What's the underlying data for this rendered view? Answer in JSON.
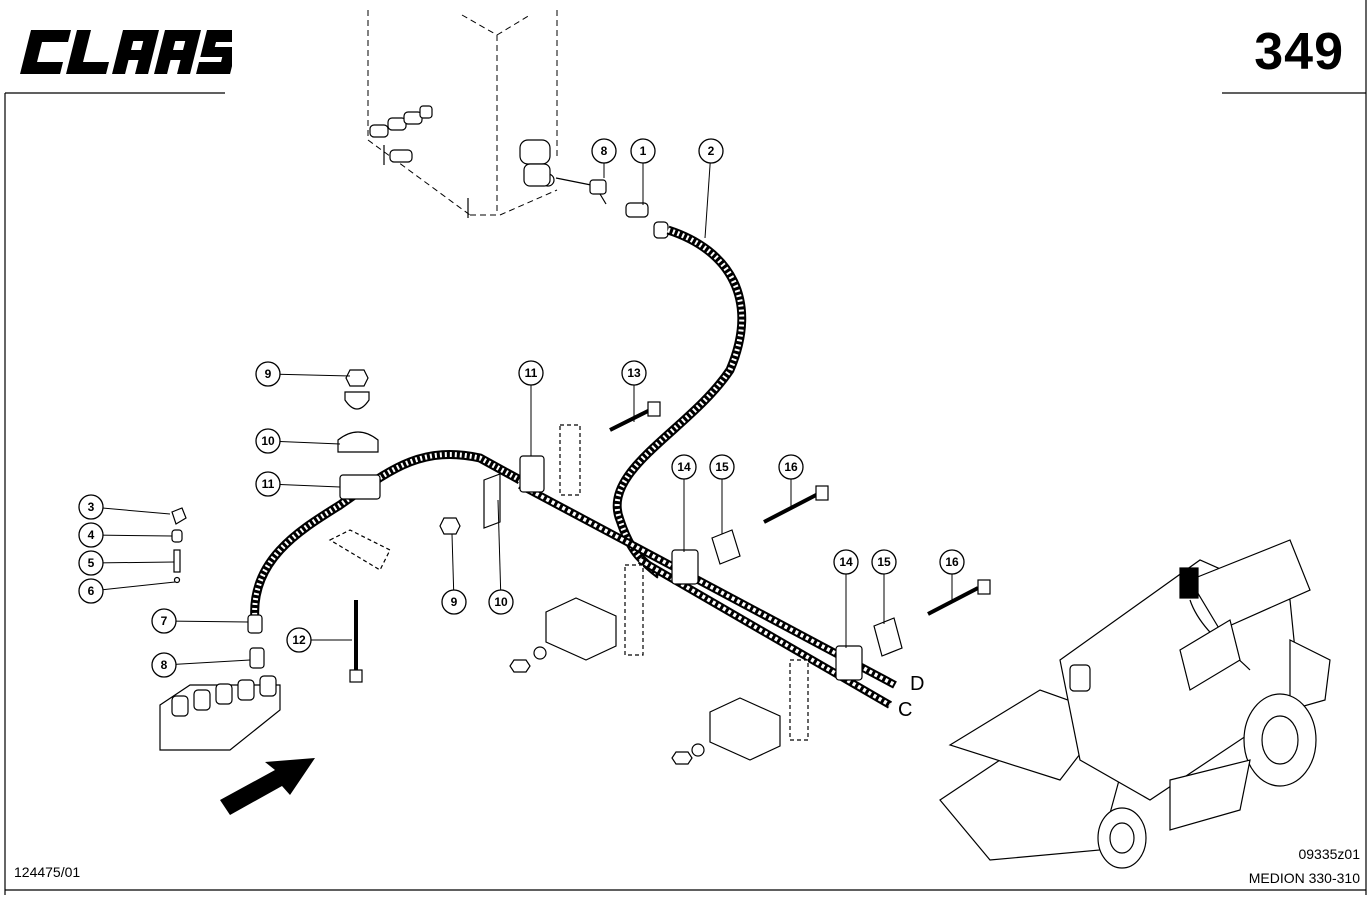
{
  "header": {
    "brand": "CLAAS",
    "page_number": "349"
  },
  "footer": {
    "drawing_number": "124475/01",
    "figure_code": "09335z01",
    "model": "MEDION 330-310"
  },
  "callouts": [
    {
      "label": "8"
    },
    {
      "label": "1"
    },
    {
      "label": "2"
    },
    {
      "label": "9"
    },
    {
      "label": "10"
    },
    {
      "label": "11"
    },
    {
      "label": "3"
    },
    {
      "label": "4"
    },
    {
      "label": "5"
    },
    {
      "label": "6"
    },
    {
      "label": "7"
    },
    {
      "label": "8"
    },
    {
      "label": "12"
    },
    {
      "label": "11"
    },
    {
      "label": "13"
    },
    {
      "label": "9"
    },
    {
      "label": "10"
    },
    {
      "label": "14"
    },
    {
      "label": "15"
    },
    {
      "label": "16"
    },
    {
      "label": "14"
    },
    {
      "label": "15"
    },
    {
      "label": "16"
    }
  ],
  "line_ends": [
    "D",
    "C"
  ]
}
